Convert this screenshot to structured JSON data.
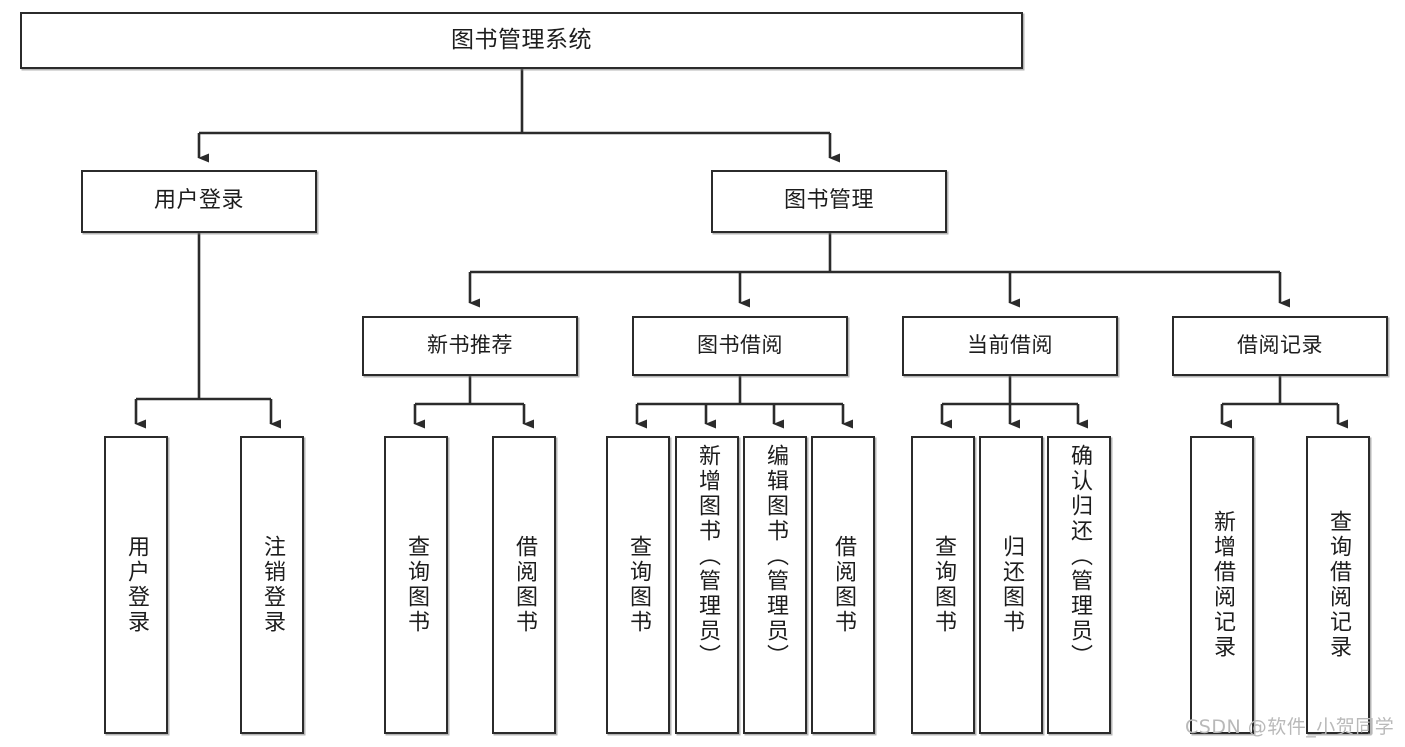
{
  "diagram": {
    "title_node": {
      "label": "图书管理系统"
    },
    "level2": [
      {
        "id": "user-login",
        "label": "用户登录"
      },
      {
        "id": "book-manage",
        "label": "图书管理"
      }
    ],
    "level3": [
      {
        "id": "new-book-recommend",
        "label": "新书推荐"
      },
      {
        "id": "book-borrow",
        "label": "图书借阅"
      },
      {
        "id": "current-borrow",
        "label": "当前借阅"
      },
      {
        "id": "borrow-record",
        "label": "借阅记录"
      }
    ],
    "leaves": [
      {
        "id": "leaf-user-login",
        "label": "用户登录",
        "parent": "user-login"
      },
      {
        "id": "leaf-logout",
        "label": "注销登录",
        "parent": "user-login"
      },
      {
        "id": "leaf-query-book-1",
        "label": "查询图书",
        "parent": "new-book-recommend"
      },
      {
        "id": "leaf-borrow-book-1",
        "label": "借阅图书",
        "parent": "new-book-recommend"
      },
      {
        "id": "leaf-query-book-2",
        "label": "查询图书",
        "parent": "book-borrow"
      },
      {
        "id": "leaf-add-book",
        "label": "新增图书（管理员）",
        "parent": "book-borrow"
      },
      {
        "id": "leaf-edit-book",
        "label": "编辑图书（管理员）",
        "parent": "book-borrow"
      },
      {
        "id": "leaf-borrow-book-2",
        "label": "借阅图书",
        "parent": "book-borrow"
      },
      {
        "id": "leaf-query-book-3",
        "label": "查询图书",
        "parent": "current-borrow"
      },
      {
        "id": "leaf-return-book",
        "label": "归还图书",
        "parent": "current-borrow"
      },
      {
        "id": "leaf-confirm-return",
        "label": "确认归还（管理员）",
        "parent": "current-borrow"
      },
      {
        "id": "leaf-add-record",
        "label": "新增借阅记录",
        "parent": "borrow-record"
      },
      {
        "id": "leaf-query-record",
        "label": "查询借阅记录",
        "parent": "borrow-record"
      }
    ],
    "colors": {
      "box_border": "#2b2b2b",
      "box_fill": "#ffffff",
      "connector": "#2b2b2b",
      "text": "#1d1d1d",
      "watermark": "#b9b9b9"
    }
  },
  "watermark": {
    "text": "CSDN @软件_小贺同学"
  }
}
